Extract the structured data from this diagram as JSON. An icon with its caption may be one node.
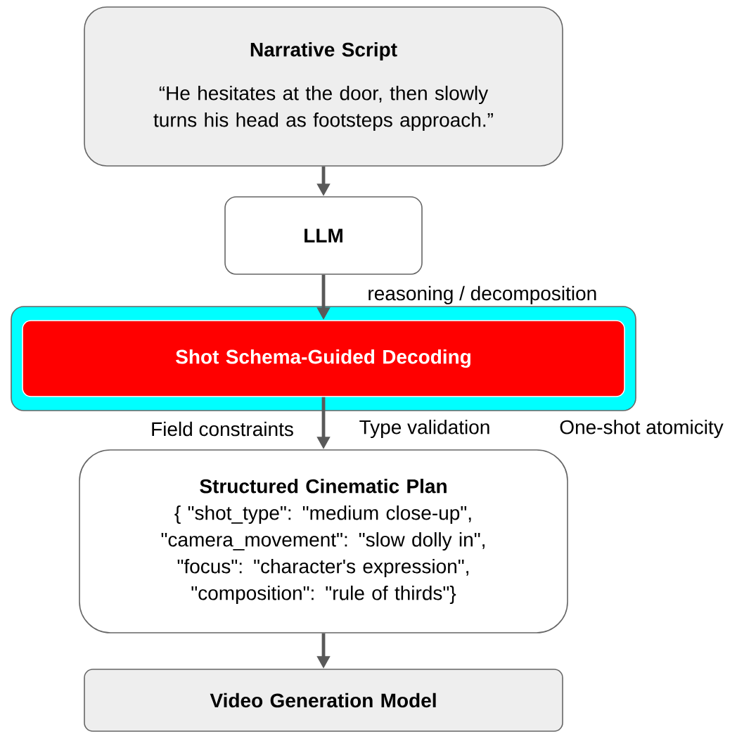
{
  "diagram": {
    "nodes": [
      {
        "text": [
          "Narrative Script",
          "“He hesitates at the door, then slowly turns his head as footsteps approach.”"
        ]
      },
      {
        "text": [
          "LLM"
        ]
      },
      {
        "text": [],
        "shape": "box"
      },
      {
        "text": [
          "Shot Schema-Guided Decoding"
        ],
        "in": 2
      },
      {
        "text": [
          "Structured Cinematic Plan",
          "{  \"shot_type\": \"medium close-up\", \"camera_movement\": \"slow dolly in\", \"focus\": \"character's expression\", \"composition\": \"rule of thirds\"}"
        ]
      },
      {
        "text": [
          "Video Generation Model"
        ]
      }
    ],
    "edges": [
      {
        "from": 0,
        "to": 1,
        "arrow": "to"
      },
      {
        "from": 1,
        "to": 3,
        "arrow": "to",
        "label": "reasoning / decomposition"
      },
      {
        "from": 3,
        "to": 4,
        "arrow": "to"
      },
      {
        "from": 4,
        "to": 5,
        "arrow": "to"
      }
    ],
    "labels": [
      "Field constraints",
      "Type validation",
      "One-shot atomicity"
    ]
  }
}
